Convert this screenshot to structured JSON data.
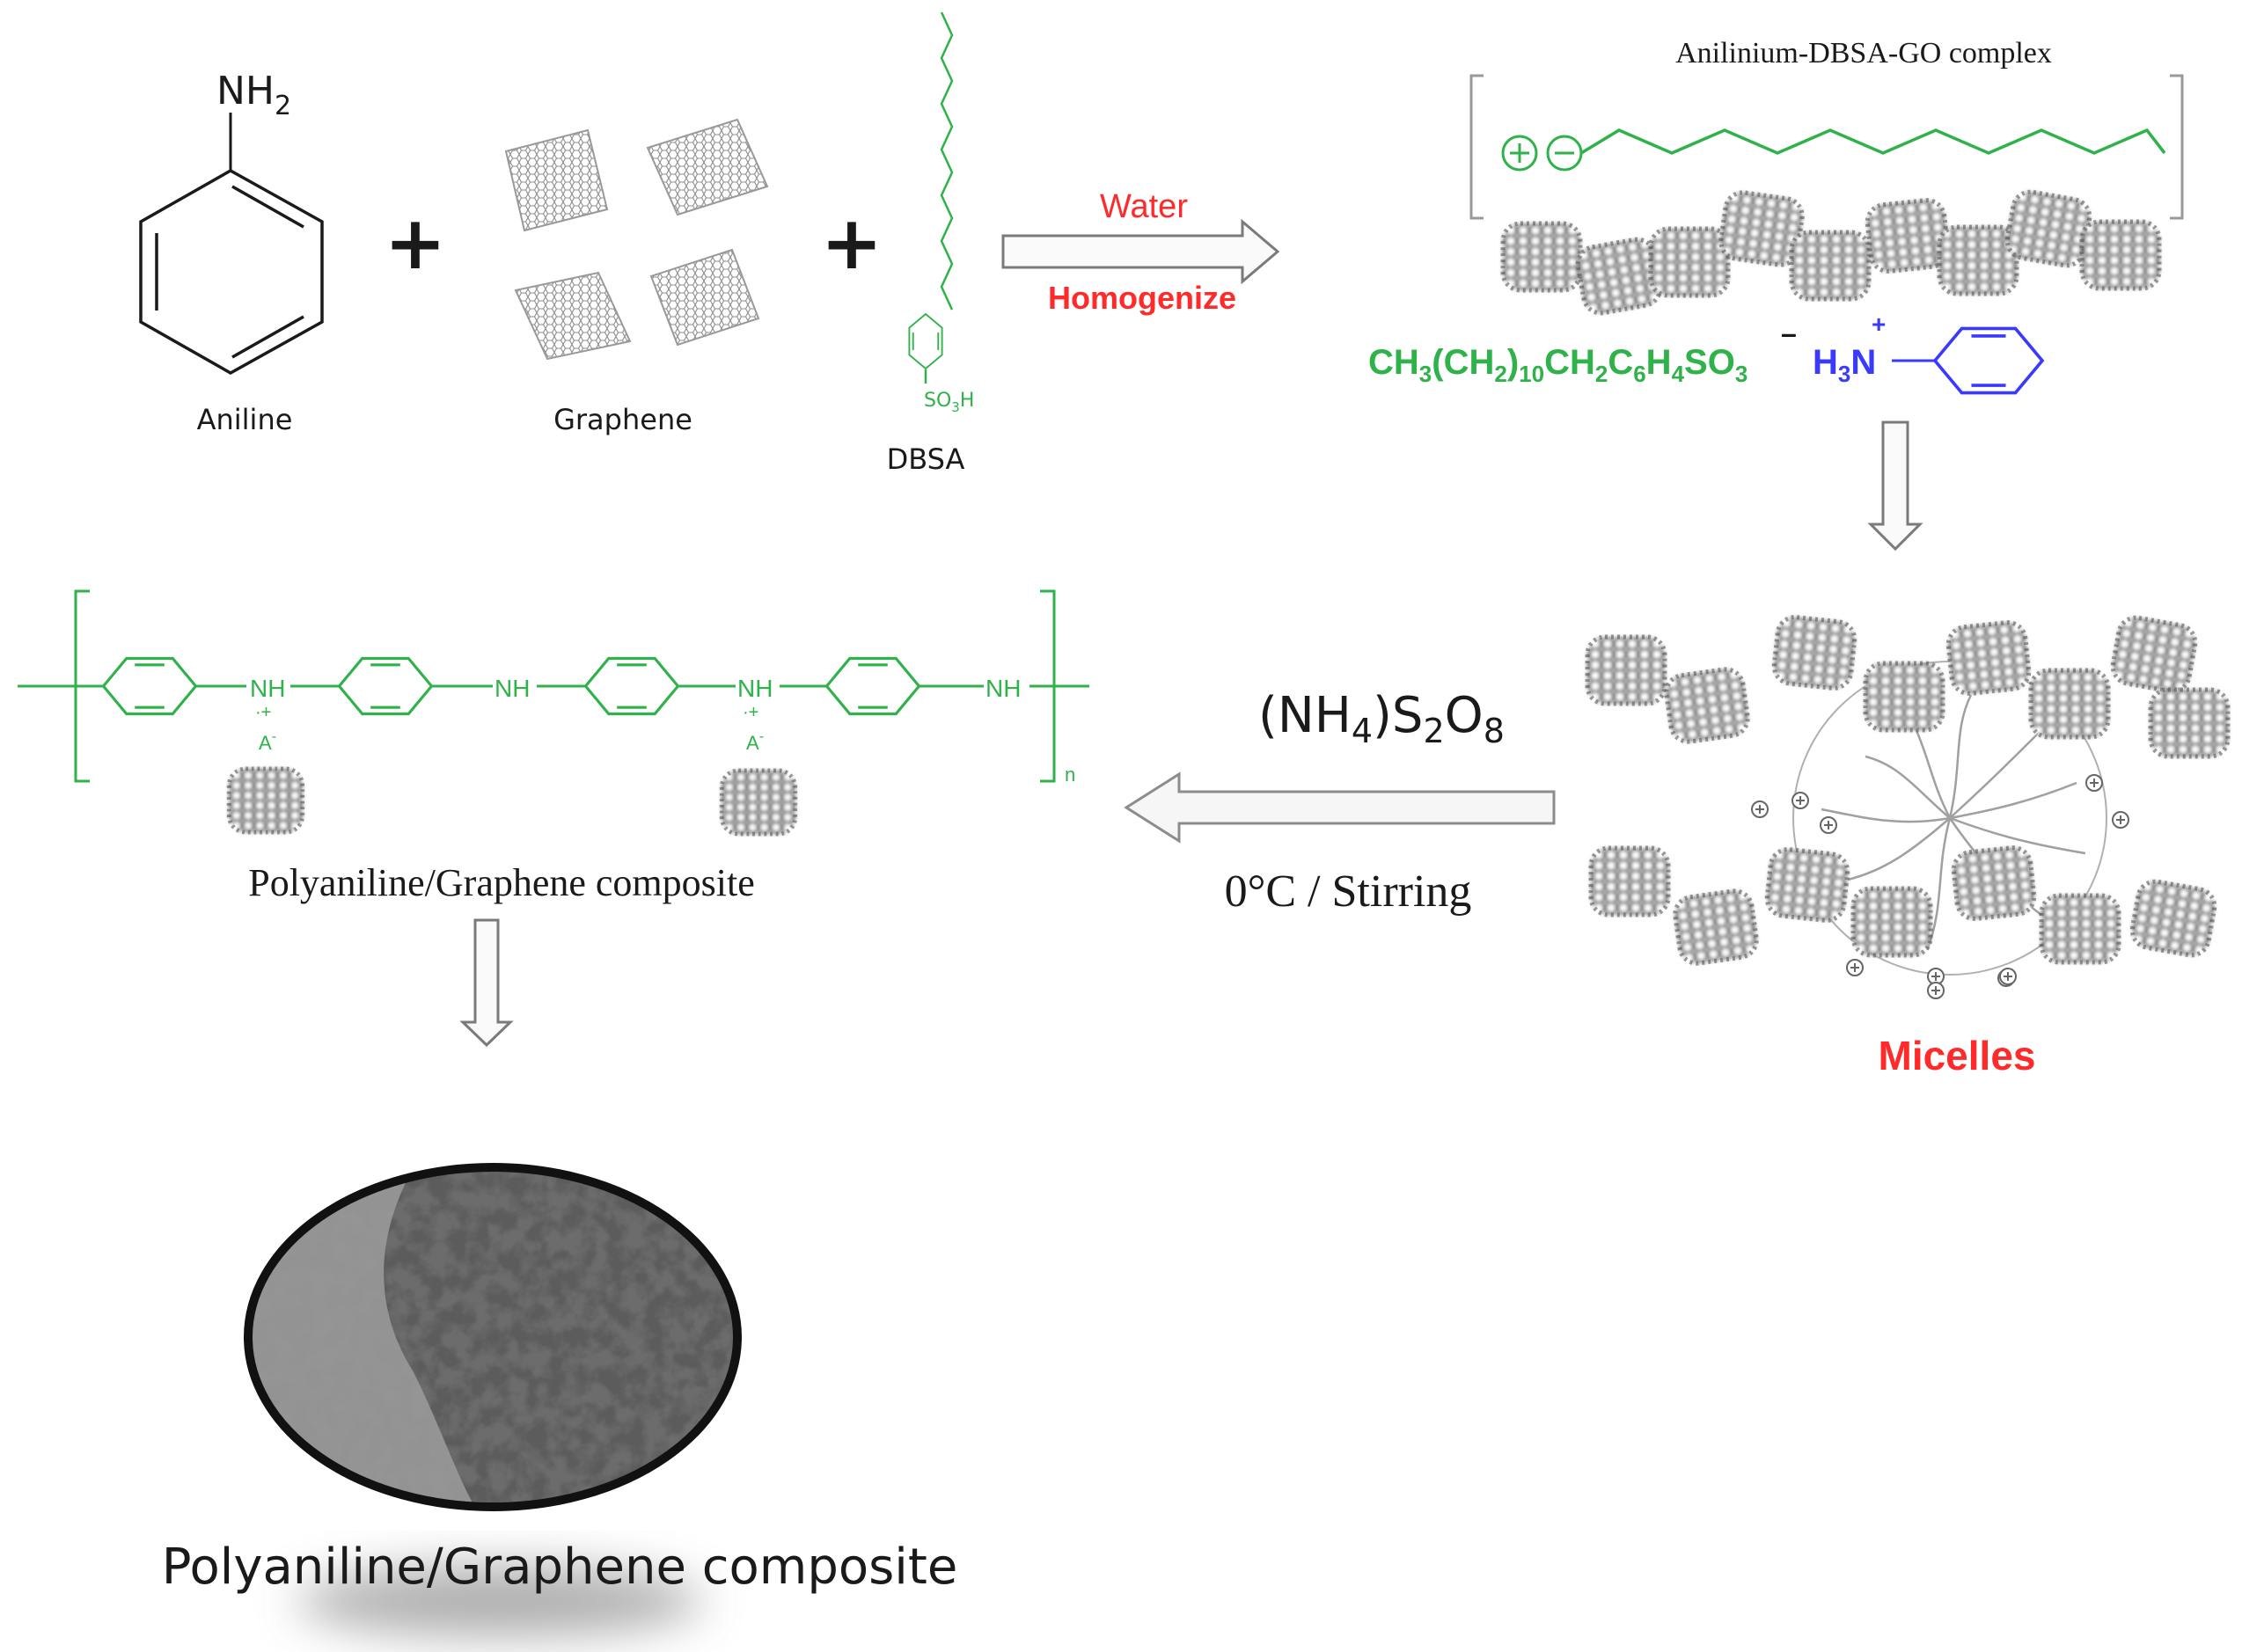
{
  "colors": {
    "black": "#1a1a1a",
    "red": "#ff2a2a",
    "green": "#2fb24a",
    "blue": "#3a3aff",
    "gray": "#8c8c8c"
  },
  "reactants": {
    "aniline_group": "NH",
    "aniline_group_sub": "2",
    "aniline_label": "Aniline",
    "graphene_label": "Graphene",
    "dbsa_group": "SO",
    "dbsa_group_sub": "3",
    "dbsa_group_tail": "H",
    "dbsa_label": "DBSA",
    "plus": "+"
  },
  "step1": {
    "above": "Water",
    "below": "Homogenize"
  },
  "complex": {
    "title": "Anilinium-DBSA-GO  complex",
    "formula": {
      "p1": "CH",
      "s1": "3",
      "p2": "(CH",
      "s2": "2",
      "p3": ")",
      "s3": "10",
      "p4": "CH",
      "s4": "2",
      "p5": "C",
      "s5": "6",
      "p6": "H",
      "s6": "4",
      "p7": "SO",
      "s7": "3",
      "charge": "–"
    },
    "anilinium": {
      "h": "H",
      "sub": "3",
      "n": "N",
      "charge": "+"
    }
  },
  "micelles_label": "Micelles",
  "step2": {
    "oxidant": {
      "p1": "(NH",
      "s1": "4",
      "p2": ")S",
      "s2": "2",
      "p3": "O",
      "s3": "8"
    },
    "conditions": "0°C /  Stirring"
  },
  "polymer": {
    "nh": "NH",
    "dot_charge": "·+",
    "anion": "A",
    "anion_charge": "-",
    "repeat": "n",
    "label": "Polyaniline/Graphene composite"
  },
  "final_label": "Polyaniline/Graphene composite"
}
